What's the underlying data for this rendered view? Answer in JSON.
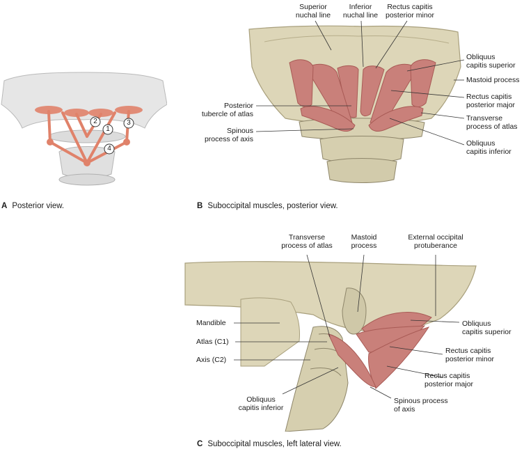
{
  "panels": {
    "a": {
      "letter": "A",
      "caption": "Posterior view.",
      "numbers": [
        "1",
        "2",
        "3",
        "4"
      ]
    },
    "b": {
      "letter": "B",
      "caption": "Suboccipital muscles, posterior view.",
      "labels": {
        "superior_nuchal_1": "Superior",
        "superior_nuchal_2": "nuchal line",
        "inferior_nuchal_1": "Inferior",
        "inferior_nuchal_2": "nuchal line",
        "rcp_minor_1": "Rectus capitis",
        "rcp_minor_2": "posterior minor",
        "ocs_1": "Obliquus",
        "ocs_2": "capitis superior",
        "mastoid": "Mastoid process",
        "rcp_major_1": "Rectus capitis",
        "rcp_major_2": "posterior major",
        "transverse_1": "Transverse",
        "transverse_2": "process of atlas",
        "oci_1": "Obliquus",
        "oci_2": "capitis inferior",
        "post_tubercle_1": "Posterior",
        "post_tubercle_2": "tubercle of atlas",
        "spinous_1": "Spinous",
        "spinous_2": "process of axis"
      }
    },
    "c": {
      "letter": "C",
      "caption": "Suboccipital muscles, left lateral view.",
      "labels": {
        "transverse_1": "Transverse",
        "transverse_2": "process of atlas",
        "mastoid_1": "Mastoid",
        "mastoid_2": "process",
        "eop_1": "External occipital",
        "eop_2": "protuberance",
        "mandible": "Mandible",
        "atlas": "Atlas (C1)",
        "axis": "Axis (C2)",
        "ocs_1": "Obliquus",
        "ocs_2": "capitis superior",
        "rcp_minor_1": "Rectus capitis",
        "rcp_minor_2": "posterior minor",
        "rcp_major_1": "Rectus capitis",
        "rcp_major_2": "posterior major",
        "oci_1": "Obliquus",
        "oci_2": "capitis inferior",
        "spinous_1": "Spinous process",
        "spinous_2": "of axis"
      }
    },
    "colors": {
      "bone": "#ddd6b8",
      "bone_shadow": "#a89f7c",
      "muscle": "#c9807a",
      "muscle_dark": "#a85a55",
      "schematic_bone": "#e6e6e6",
      "schematic_muscle": "#e0826a",
      "leader": "#333333"
    }
  }
}
